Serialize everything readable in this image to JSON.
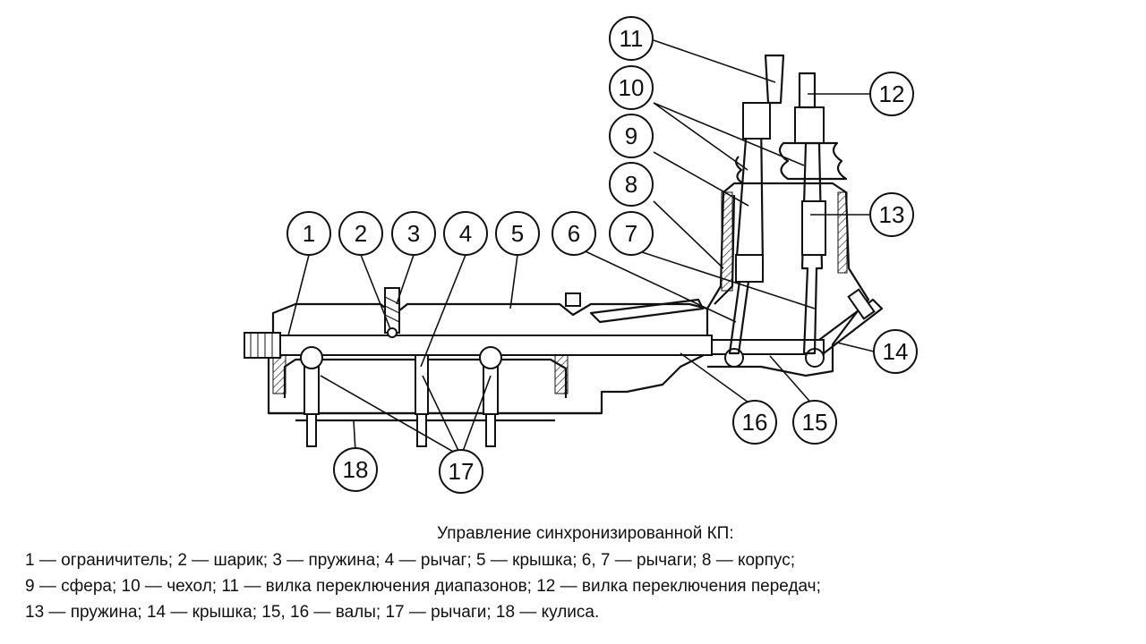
{
  "callouts": [
    "1",
    "2",
    "3",
    "4",
    "5",
    "6",
    "7",
    "8",
    "9",
    "10",
    "11",
    "12",
    "13",
    "14",
    "15",
    "16",
    "17",
    "18"
  ],
  "caption": {
    "title": "Управление синхронизированной КП:",
    "lines": [
      "1 — ограничитель; 2 — шарик; 3 — пружина; 4 — рычаг; 5 — крышка; 6, 7 — рычаги; 8 — корпус;",
      "9 — сфера; 10 — чехол; 11 — вилка переключения диапазонов; 12 — вилка переключения передач;",
      "13 — пружина; 14 — крышка; 15, 16 — валы; 17 — рычаги; 18 — кулиса."
    ]
  }
}
